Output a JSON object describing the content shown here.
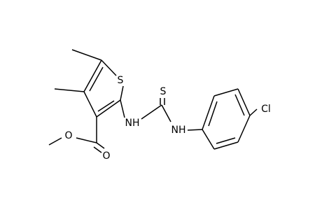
{
  "colors": {
    "background": "#ffffff",
    "bond": "#000000",
    "label": "#000000"
  },
  "atom_labels": {
    "sulfur_ring": "S",
    "sulfur_thione": "S",
    "nh_left": "NH",
    "nh_right": "NH",
    "chlorine": "Cl",
    "oxygen_ether": "O",
    "oxygen_carbonyl": "O"
  }
}
